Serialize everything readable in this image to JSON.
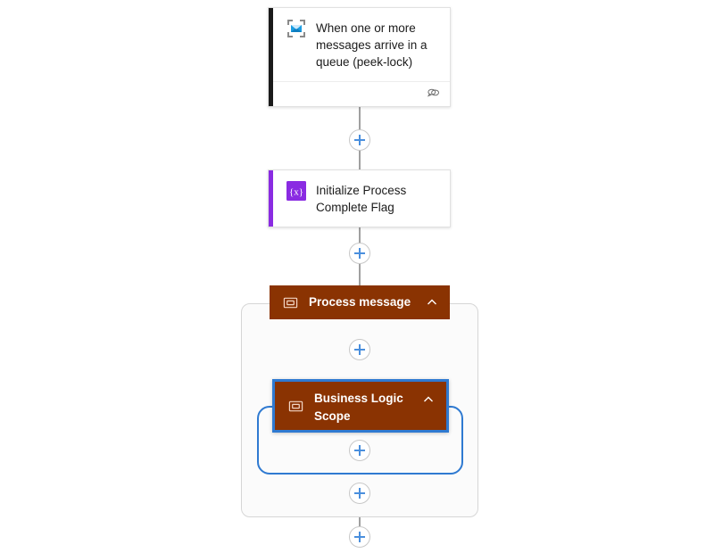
{
  "canvas": {
    "background_color": "#ffffff",
    "accent_blue": "#3b7fd4",
    "scope_brown": "#8a3302",
    "variable_purple": "#8a2be2",
    "trigger_accent": "#1a1a1a"
  },
  "nodes": {
    "trigger": {
      "title": "When one or more messages arrive in a queue (peek-lock)",
      "icon": "service-bus-envelope-icon",
      "accent_color": "#1a1a1a",
      "footer_icon": "comments-icon"
    },
    "initialize_variable": {
      "title": "Initialize Process Complete Flag",
      "icon": "variable-braces-icon",
      "icon_glyph": "{x}",
      "accent_color": "#8a2be2"
    },
    "process_message_scope": {
      "title": "Process message",
      "icon": "scope-icon",
      "collapse_icon": "chevron-up-icon",
      "color": "#8a3302",
      "selected": false
    },
    "business_logic_scope": {
      "title": "Business Logic Scope",
      "icon": "scope-icon",
      "collapse_icon": "chevron-up-icon",
      "color": "#8a3302",
      "selected": true
    }
  },
  "add_buttons": [
    {
      "id": "add-after-trigger",
      "label": "+"
    },
    {
      "id": "add-after-initialize",
      "label": "+"
    },
    {
      "id": "add-inside-process-message-top",
      "label": "+"
    },
    {
      "id": "add-inside-business-logic-scope",
      "label": "+"
    },
    {
      "id": "add-inside-process-message-bottom",
      "label": "+"
    },
    {
      "id": "add-after-process-message",
      "label": "+"
    }
  ]
}
